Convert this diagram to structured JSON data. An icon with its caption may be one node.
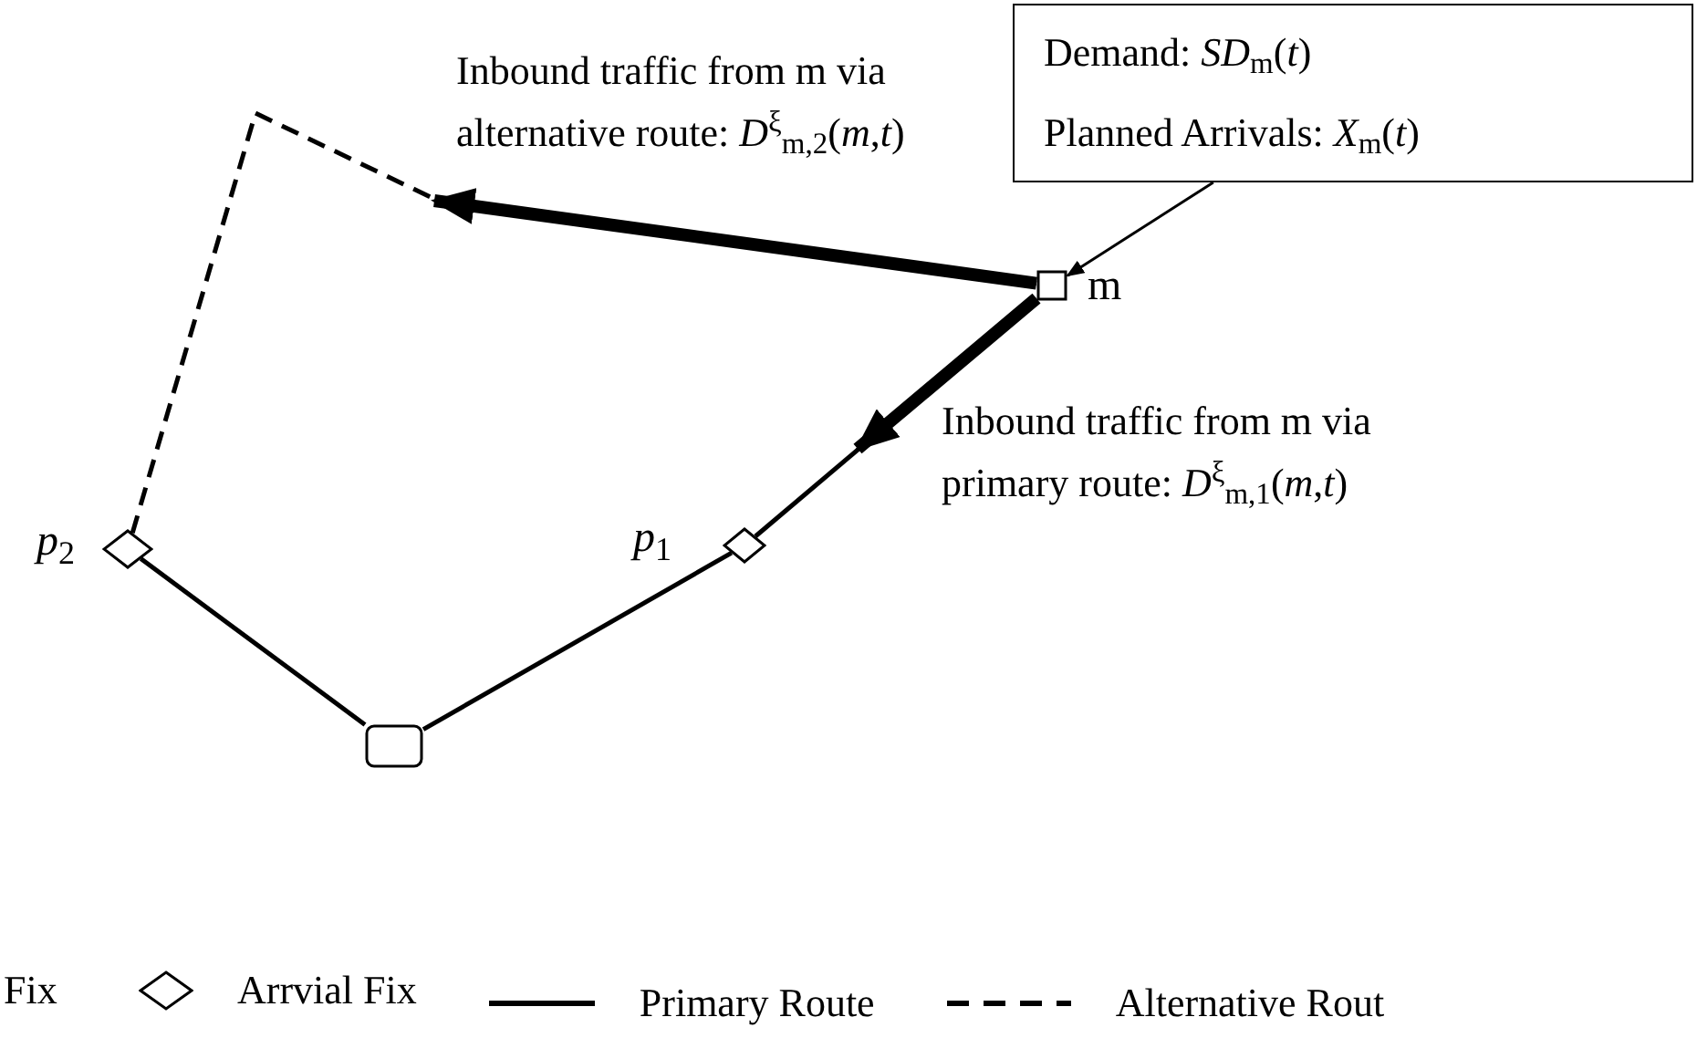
{
  "diagram": {
    "nodes": [
      {
        "text": [
          "Demand: *SD*$_{m}$(*t*)",
          "Planned Arrivals: *X*$_{m}$(*t*)"
        ]
      },
      {
        "text": [],
        "shape": "box",
        "beside": [
          "m"
        ]
      },
      {
        "text": [],
        "shape": "diamond",
        "beside": [
          "*p*$_{1}$"
        ]
      },
      {
        "text": [],
        "shape": "diamond",
        "beside": [
          "*p*$_{2}$"
        ]
      },
      {
        "text": [],
        "shape": "box"
      }
    ],
    "edges": [
      {
        "from": 0,
        "to": 1,
        "arrow": "to"
      },
      {
        "from": 1,
        "to": 3,
        "arrow": "none",
        "style": "dashed"
      },
      {
        "from": 1,
        "to": 2,
        "arrow": "none"
      },
      {
        "from": 3,
        "to": 4,
        "arrow": "none"
      },
      {
        "from": 2,
        "to": 4,
        "arrow": "none"
      },
      {
        "from": 1,
        "to": null,
        "arrow": "to",
        "style": "thick",
        "label": "Inbound traffic from m via alternative route: *D*$^{ξ}$$_{m,2}$(*m*,*t*)"
      },
      {
        "from": 1,
        "to": null,
        "arrow": "to",
        "style": "thick",
        "label": "Inbound traffic from m via primary route: *D*$^{ξ}$$_{m,1}$(*m*,*t*)"
      }
    ],
    "labels": [
      "Fix"
    ],
    "legend": [
      {
        "text": "Arrvial Fix"
      },
      {
        "text": "Primary Route"
      },
      {
        "text": "Alternative Rout"
      }
    ]
  }
}
